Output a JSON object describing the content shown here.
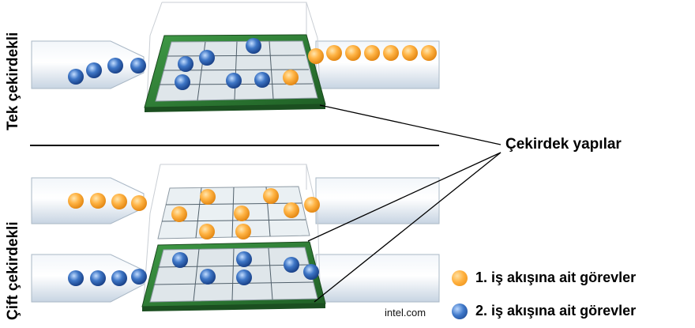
{
  "labels": {
    "single_core": "Tek çekirdekli",
    "dual_core": "Çift çekirdekli",
    "callout": "Çekirdek yapılar",
    "brand": "intel.com"
  },
  "legend": [
    {
      "label": "1. iş akışına ait görevler",
      "color": "#F7A431"
    },
    {
      "label": "2. iş akışına ait görevler",
      "color": "#2F64B3"
    }
  ],
  "colors": {
    "thread1": "#F7A431",
    "thread2": "#2F64B3",
    "pcb": "#2E7D32",
    "die": "#DDE4E8"
  }
}
